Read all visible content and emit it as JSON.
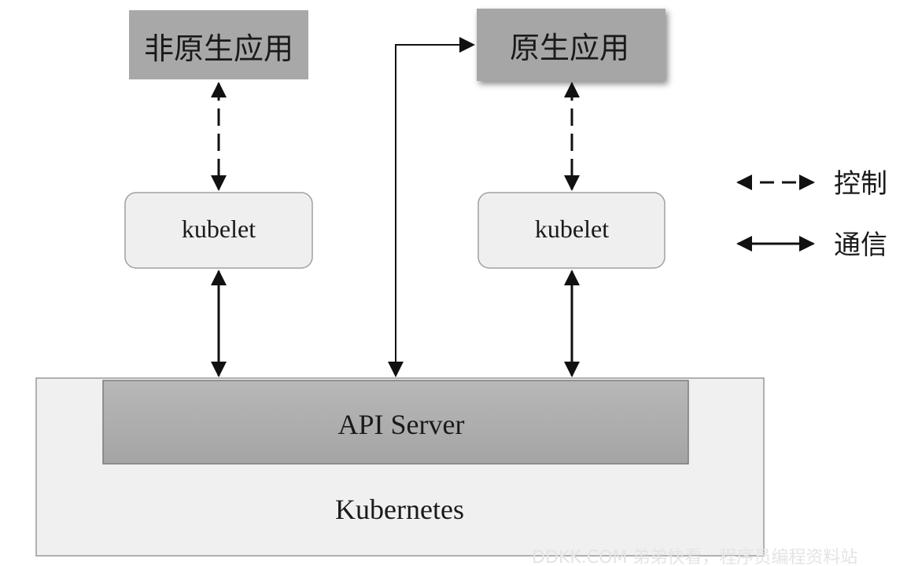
{
  "diagram": {
    "non_native_app": {
      "label": "非原生应用"
    },
    "native_app": {
      "label": "原生应用"
    },
    "kubelet_left": {
      "label": "kubelet"
    },
    "kubelet_right": {
      "label": "kubelet"
    },
    "api_server": {
      "label": "API Server"
    },
    "kubernetes": {
      "label": "Kubernetes"
    },
    "legend": {
      "control": {
        "label": "控制",
        "line_style": "dashed"
      },
      "communication": {
        "label": "通信",
        "line_style": "solid"
      }
    }
  },
  "watermark": {
    "text": "DDKK.COM 弟弟快看，程序员编程资料站"
  },
  "colors": {
    "app_box": "#a8a8a8",
    "kubelet_box": "#efefef",
    "api_server_box": "#ababab",
    "kubernetes_box": "#f0f0f0",
    "arrow": "#111111"
  }
}
